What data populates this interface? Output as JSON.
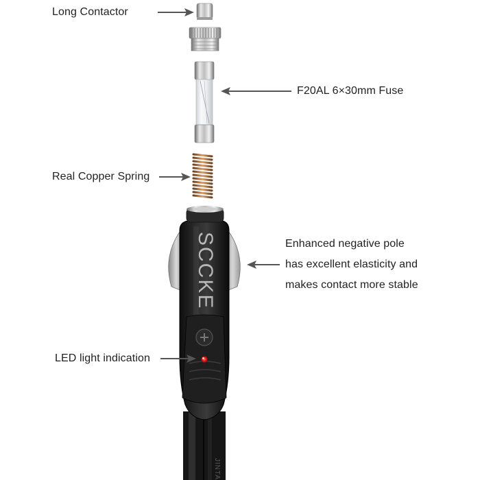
{
  "callouts": {
    "long_contactor": "Long Contactor",
    "fuse": "F20AL 6×30mm Fuse",
    "spring": "Real Copper Spring",
    "negative_pole_line1": "Enhanced negative pole",
    "negative_pole_line2": "has excellent elasticity and",
    "negative_pole_line3": "makes contact more stable",
    "led": "LED light indication"
  },
  "brand": "SCCKE",
  "cable_text": "JINTA",
  "colors": {
    "text": "#222222",
    "arrow": "#555555",
    "plug_body": "#1b1b1b",
    "led": "#e02020",
    "spring": "#a86a3a"
  },
  "icons": [
    "arrow-left-icon",
    "arrow-right-icon",
    "screw-icon",
    "led-icon"
  ]
}
